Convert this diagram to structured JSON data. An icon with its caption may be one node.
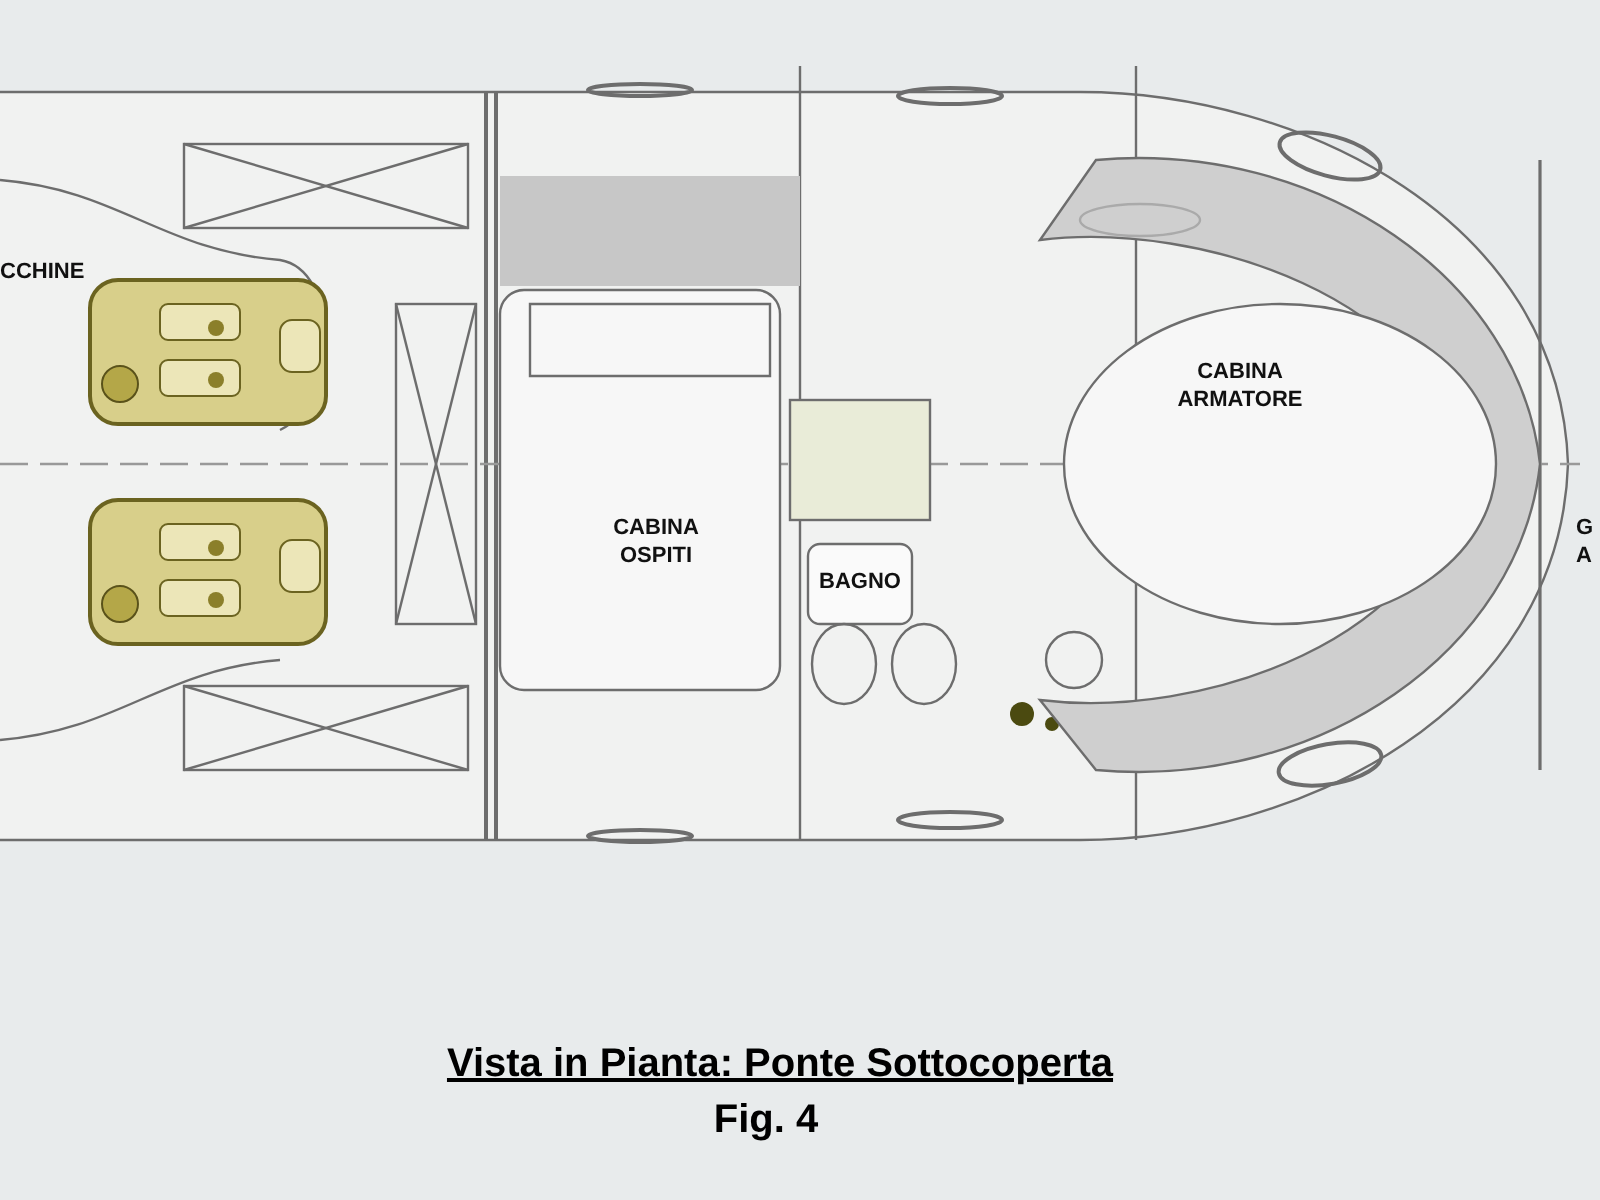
{
  "diagram": {
    "caption": "Vista in Pianta: Ponte Sottocoperta",
    "labels": [
      "CCHINE",
      "CABINA ARMATORE",
      "CABINA OSPITI",
      "G A",
      "BAGNO",
      "Fig. 4"
    ]
  }
}
